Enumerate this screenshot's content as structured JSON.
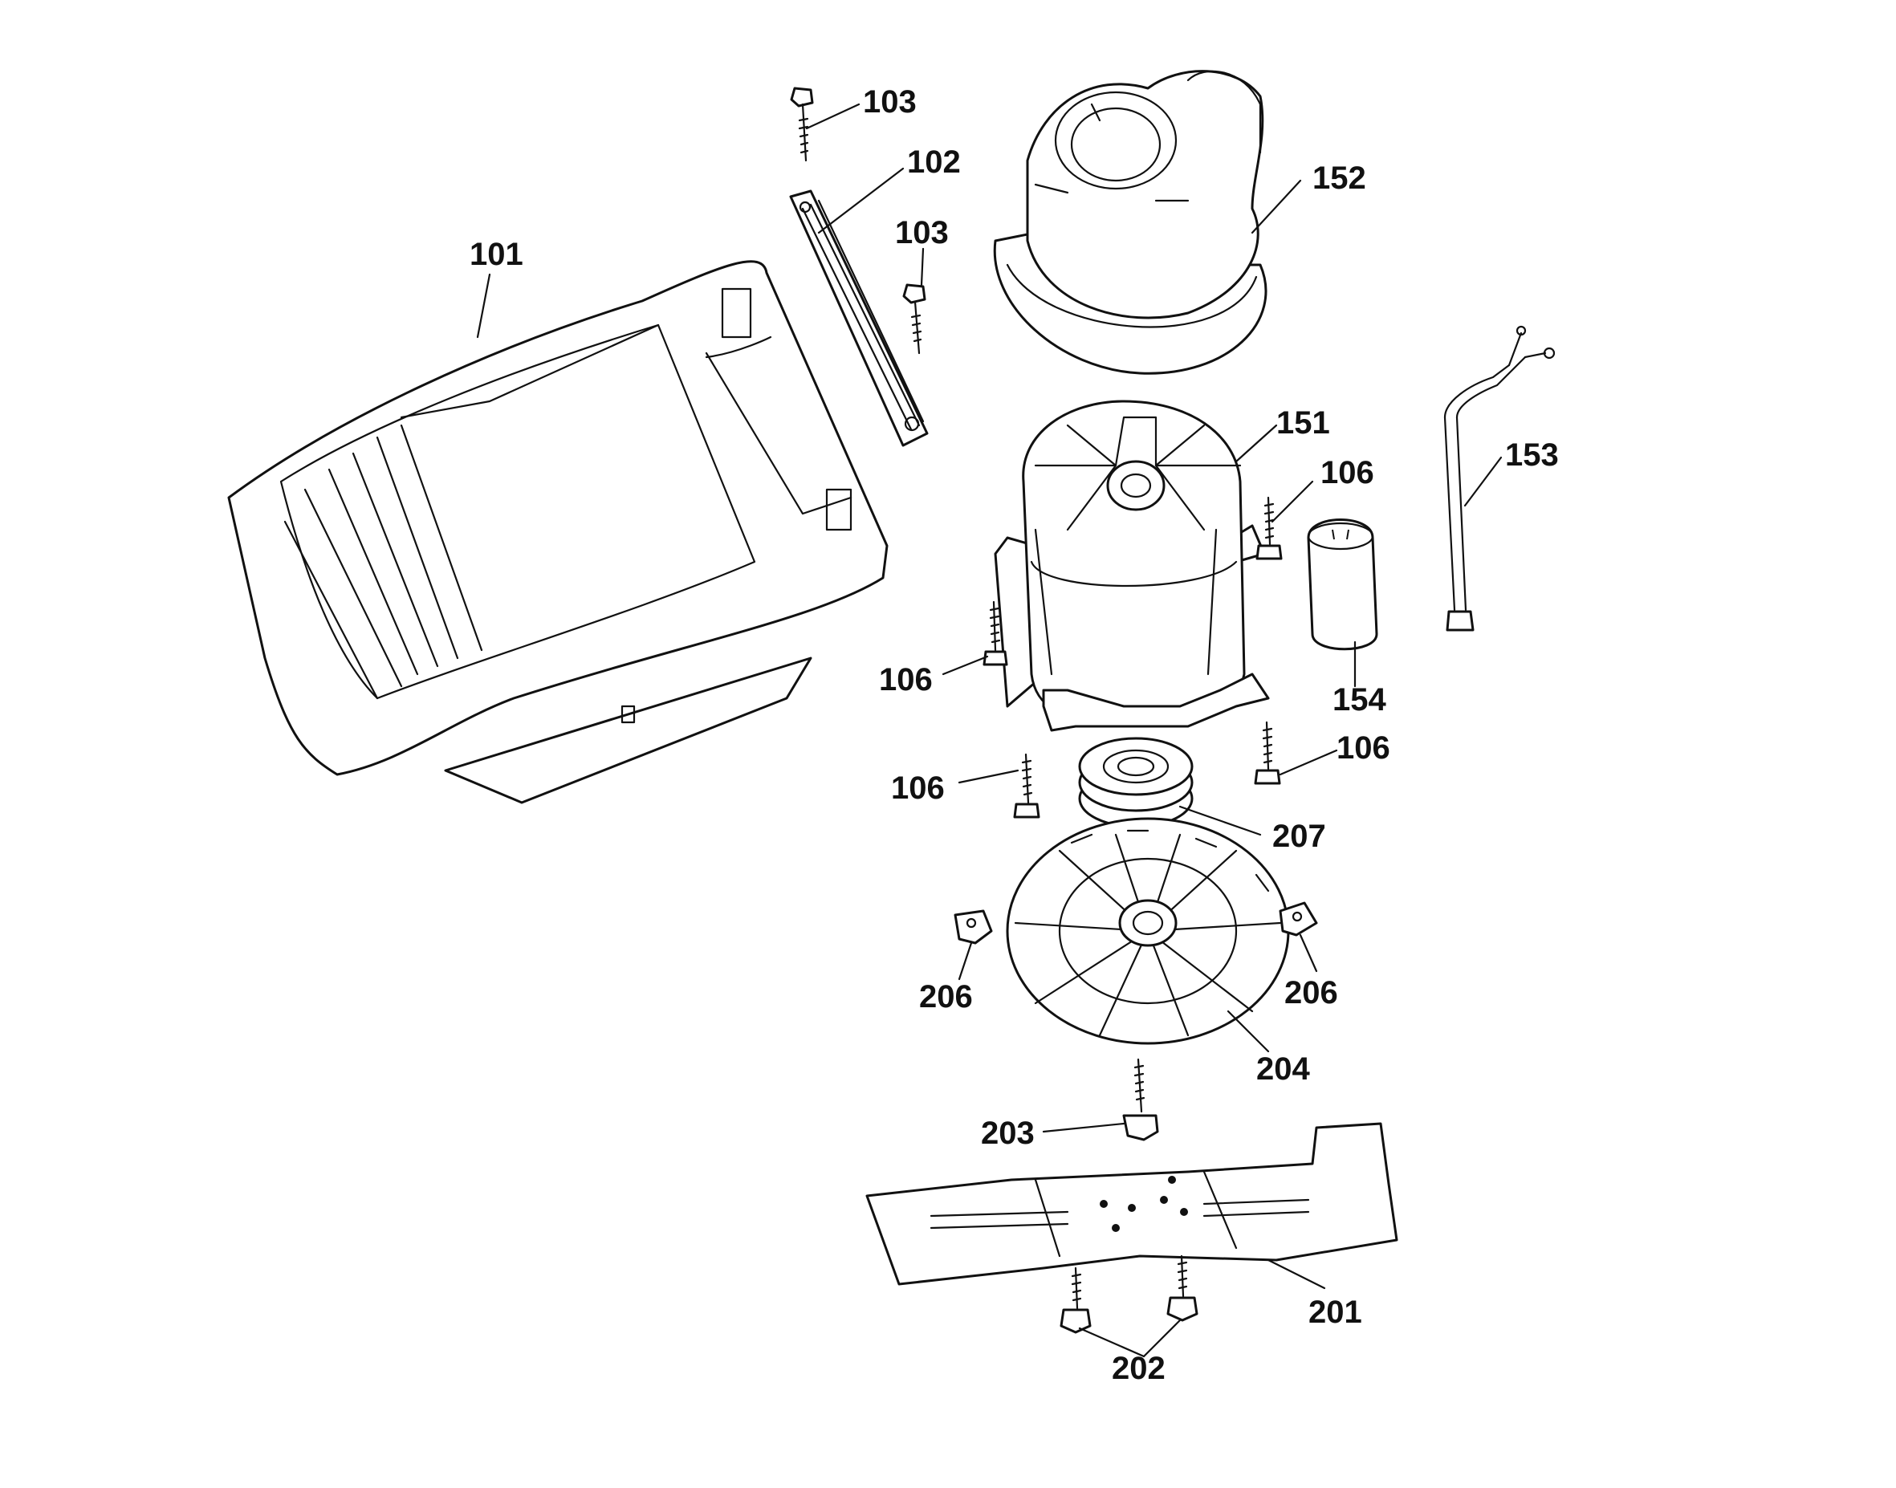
{
  "callouts": {
    "c101": "101",
    "c102": "102",
    "c103a": "103",
    "c103b": "103",
    "c106a": "106",
    "c106b": "106",
    "c106c": "106",
    "c106d": "106",
    "c151": "151",
    "c152": "152",
    "c153": "153",
    "c154": "154",
    "c201": "201",
    "c202": "202",
    "c203": "203",
    "c204": "204",
    "c206a": "206",
    "c206b": "206",
    "c207": "207"
  },
  "colors": {
    "line": "#111111",
    "background": "#ffffff"
  }
}
